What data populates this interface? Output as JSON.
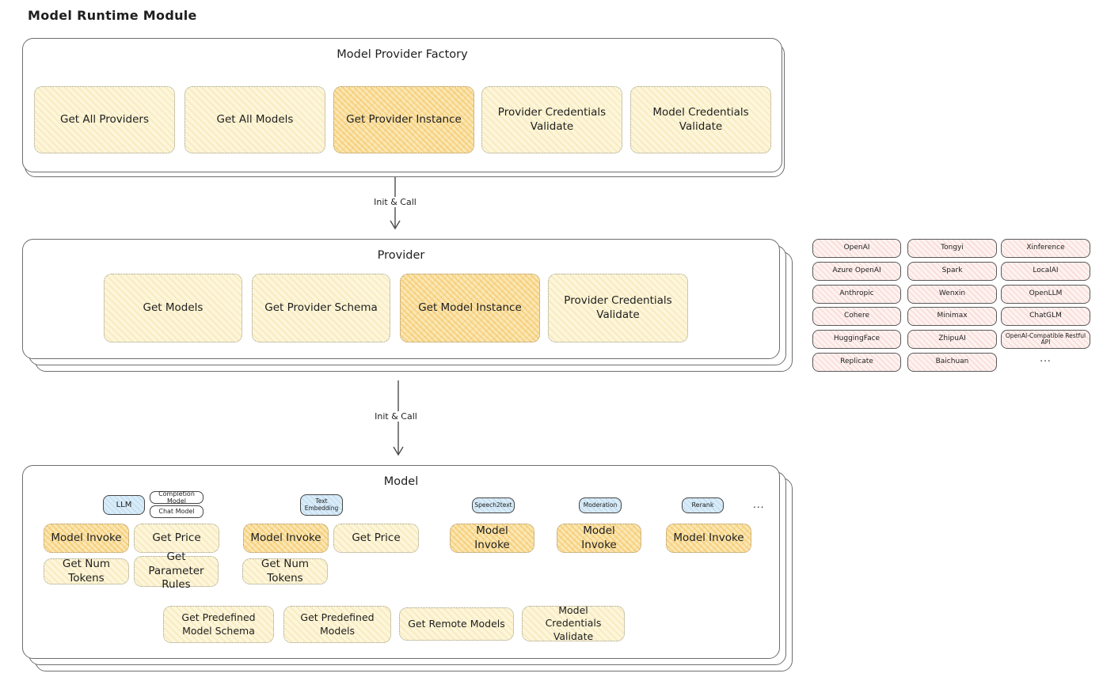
{
  "title": "Model Runtime Module",
  "factory": {
    "title": "Model Provider Factory",
    "boxes": [
      {
        "label": "Get All Providers",
        "highlighted": false
      },
      {
        "label": "Get All Models",
        "highlighted": false
      },
      {
        "label": "Get Provider Instance",
        "highlighted": true
      },
      {
        "label": "Provider Credentials Validate",
        "highlighted": false
      },
      {
        "label": "Model Credentials Validate",
        "highlighted": false
      }
    ]
  },
  "arrows": [
    {
      "label": "Init & Call"
    },
    {
      "label": "Init & Call"
    }
  ],
  "provider": {
    "title": "Provider",
    "boxes": [
      {
        "label": "Get Models",
        "highlighted": false
      },
      {
        "label": "Get Provider Schema",
        "highlighted": false
      },
      {
        "label": "Get Model Instance",
        "highlighted": true
      },
      {
        "label": "Provider Credentials Validate",
        "highlighted": false
      }
    ]
  },
  "provider_list": {
    "rows": [
      [
        "OpenAI",
        "Tongyi",
        "Xinference"
      ],
      [
        "Azure OpenAI",
        "Spark",
        "LocalAI"
      ],
      [
        "Anthropic",
        "Wenxin",
        "OpenLLM"
      ],
      [
        "Cohere",
        "Minimax",
        "ChatGLM"
      ],
      [
        "HuggingFace",
        "ZhipuAI",
        "OpenAI-Compatible Restful API"
      ],
      [
        "Replicate",
        "Baichuan"
      ]
    ],
    "more": "..."
  },
  "model": {
    "title": "Model",
    "tags": {
      "llm": "LLM",
      "completion": "Completion Model",
      "chat": "Chat Model",
      "text_embedding": "Text Embedding",
      "speech2text": "Speech2text",
      "moderation": "Moderation",
      "rerank": "Rerank",
      "more": "..."
    },
    "llm_boxes": [
      "Model Invoke",
      "Get Price",
      "Get Num Tokens",
      "Get Parameter Rules"
    ],
    "embedding_boxes": [
      "Model Invoke",
      "Get Price",
      "Get Num Tokens"
    ],
    "speech2text_boxes": [
      "Model Invoke"
    ],
    "moderation_boxes": [
      "Model Invoke"
    ],
    "rerank_boxes": [
      "Model Invoke"
    ],
    "common_boxes": [
      "Get Predefined Model Schema",
      "Get Predefined Models",
      "Get Remote Models",
      "Model Credentials Validate"
    ]
  },
  "colors": {
    "cream_fill": "#fdf6da",
    "highlight_fill": "#fbe7b5",
    "pink_fill": "#fdf2f0",
    "blue_fill": "#d9ecf8",
    "stroke": "#6e6e6e"
  }
}
